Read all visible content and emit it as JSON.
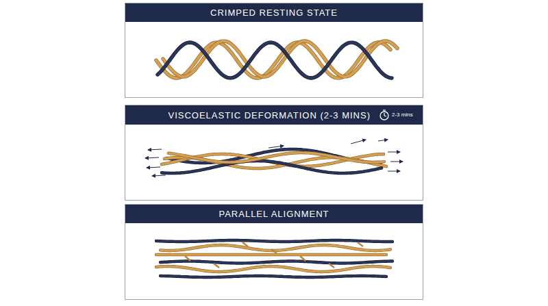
{
  "diagram": {
    "nodes": [
      {
        "text": [
          "CRIMPED RESTING STATE"
        ]
      },
      {
        "text": [
          "VISCOELASTIC DEFORMATION (2-3 MINS)"
        ]
      },
      {
        "text": [
          "PARALLEL ALIGNMENT"
        ]
      }
    ],
    "labels": [
      "2-3 mins"
    ]
  }
}
